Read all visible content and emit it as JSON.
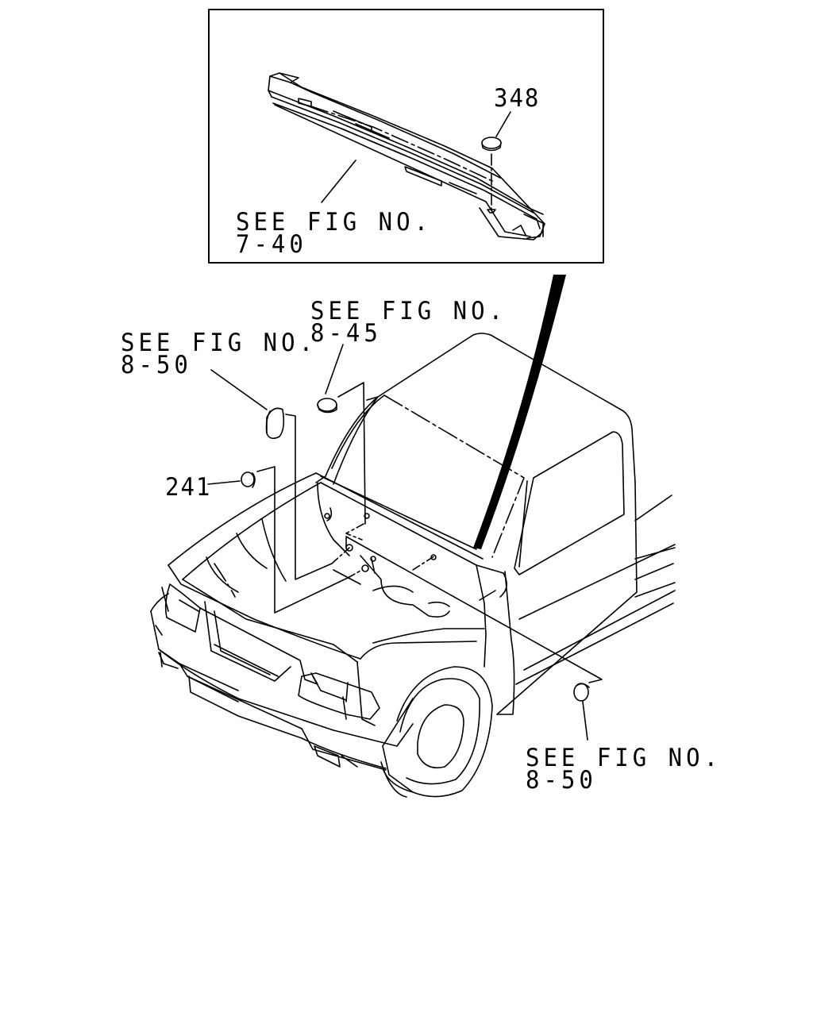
{
  "callouts": {
    "inset_part": "348",
    "inset_ref_line1": "SEE FIG NO.",
    "inset_ref_line2": "7-40",
    "top_ref_line1": "SEE FIG NO.",
    "top_ref_line2": "8-45",
    "left_ref_line1": "SEE FIG NO.",
    "left_ref_line2": "8-50",
    "left_part": "241",
    "bottom_ref_line1": "SEE FIG NO.",
    "bottom_ref_line2": "8-50"
  },
  "colors": {
    "ink": "#000000",
    "paper": "#ffffff"
  }
}
